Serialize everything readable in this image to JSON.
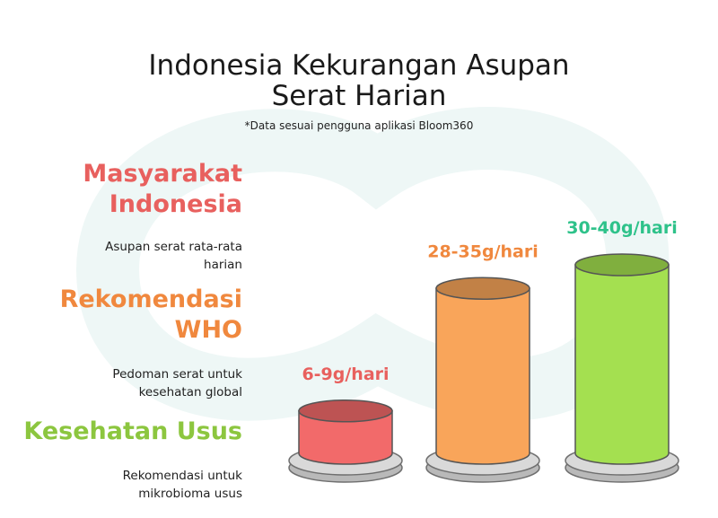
{
  "title_line1": "Indonesia Kekurangan Asupan",
  "title_line2": "Serat Harian",
  "subtitle": "*Data sesuai pengguna aplikasi Bloom360",
  "categories": [
    {
      "label_line1": "Masyarakat",
      "label_line2": "Indonesia",
      "desc_line1": "Asupan serat rata-rata",
      "desc_line2": "harian",
      "color": "#e8605e"
    },
    {
      "label_line1": "Rekomendasi",
      "label_line2": "WHO",
      "desc_line1": "Pedoman serat untuk",
      "desc_line2": "kesehatan global",
      "color": "#f0883e"
    },
    {
      "label_line1": "Kesehatan Usus",
      "label_line2": "",
      "desc_line1": "Rekomendasi untuk",
      "desc_line2": "mikrobioma usus",
      "color": "#8cc63f"
    }
  ],
  "chart_data": {
    "type": "bar",
    "categories": [
      "Masyarakat Indonesia",
      "Rekomendasi WHO",
      "Kesehatan Usus"
    ],
    "values": [
      {
        "low": 6,
        "high": 9,
        "label": "6-9g/hari"
      },
      {
        "low": 28,
        "high": 35,
        "label": "28-35g/hari"
      },
      {
        "low": 30,
        "high": 40,
        "label": "30-40g/hari"
      }
    ],
    "unit": "g/hari",
    "ylim": [
      0,
      40
    ],
    "colors": {
      "bar_0": "#f26a6a",
      "bar_1": "#f9a55a",
      "bar_2": "#a4e050",
      "label_0": "#e8605e",
      "label_1": "#f0883e",
      "label_2": "#2ec28a"
    }
  }
}
